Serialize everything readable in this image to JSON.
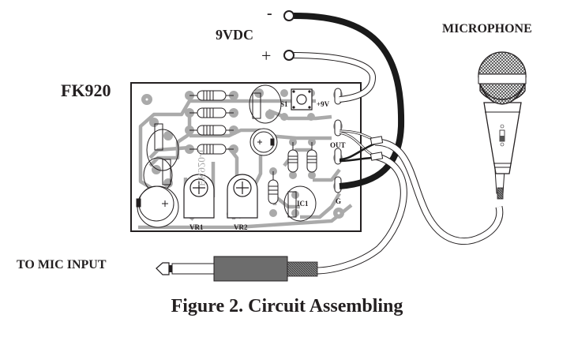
{
  "figure": {
    "caption": "Figure 2. Circuit Assembling",
    "kit_label": "FK920",
    "power": {
      "label": "9VDC",
      "negative_symbol": "-",
      "positive_symbol": "+"
    },
    "microphone_label": "MICROPHONE",
    "output_label": "TO MIC INPUT",
    "pcb": {
      "silkscreen_text": "EK920-1",
      "components": {
        "switch": "S1",
        "supply_pad": "+9V",
        "output_pad": "OUT",
        "ground_pad": "G",
        "trimmer_1": "VR1",
        "trimmer_2": "VR2",
        "ic": "IC1"
      }
    },
    "colors": {
      "ink": "#231f20",
      "trace": "#a9a9a9",
      "board_bg": "#ffffff",
      "jack_body": "#6d6d6d",
      "wire_black": "#1a1a1a"
    }
  }
}
